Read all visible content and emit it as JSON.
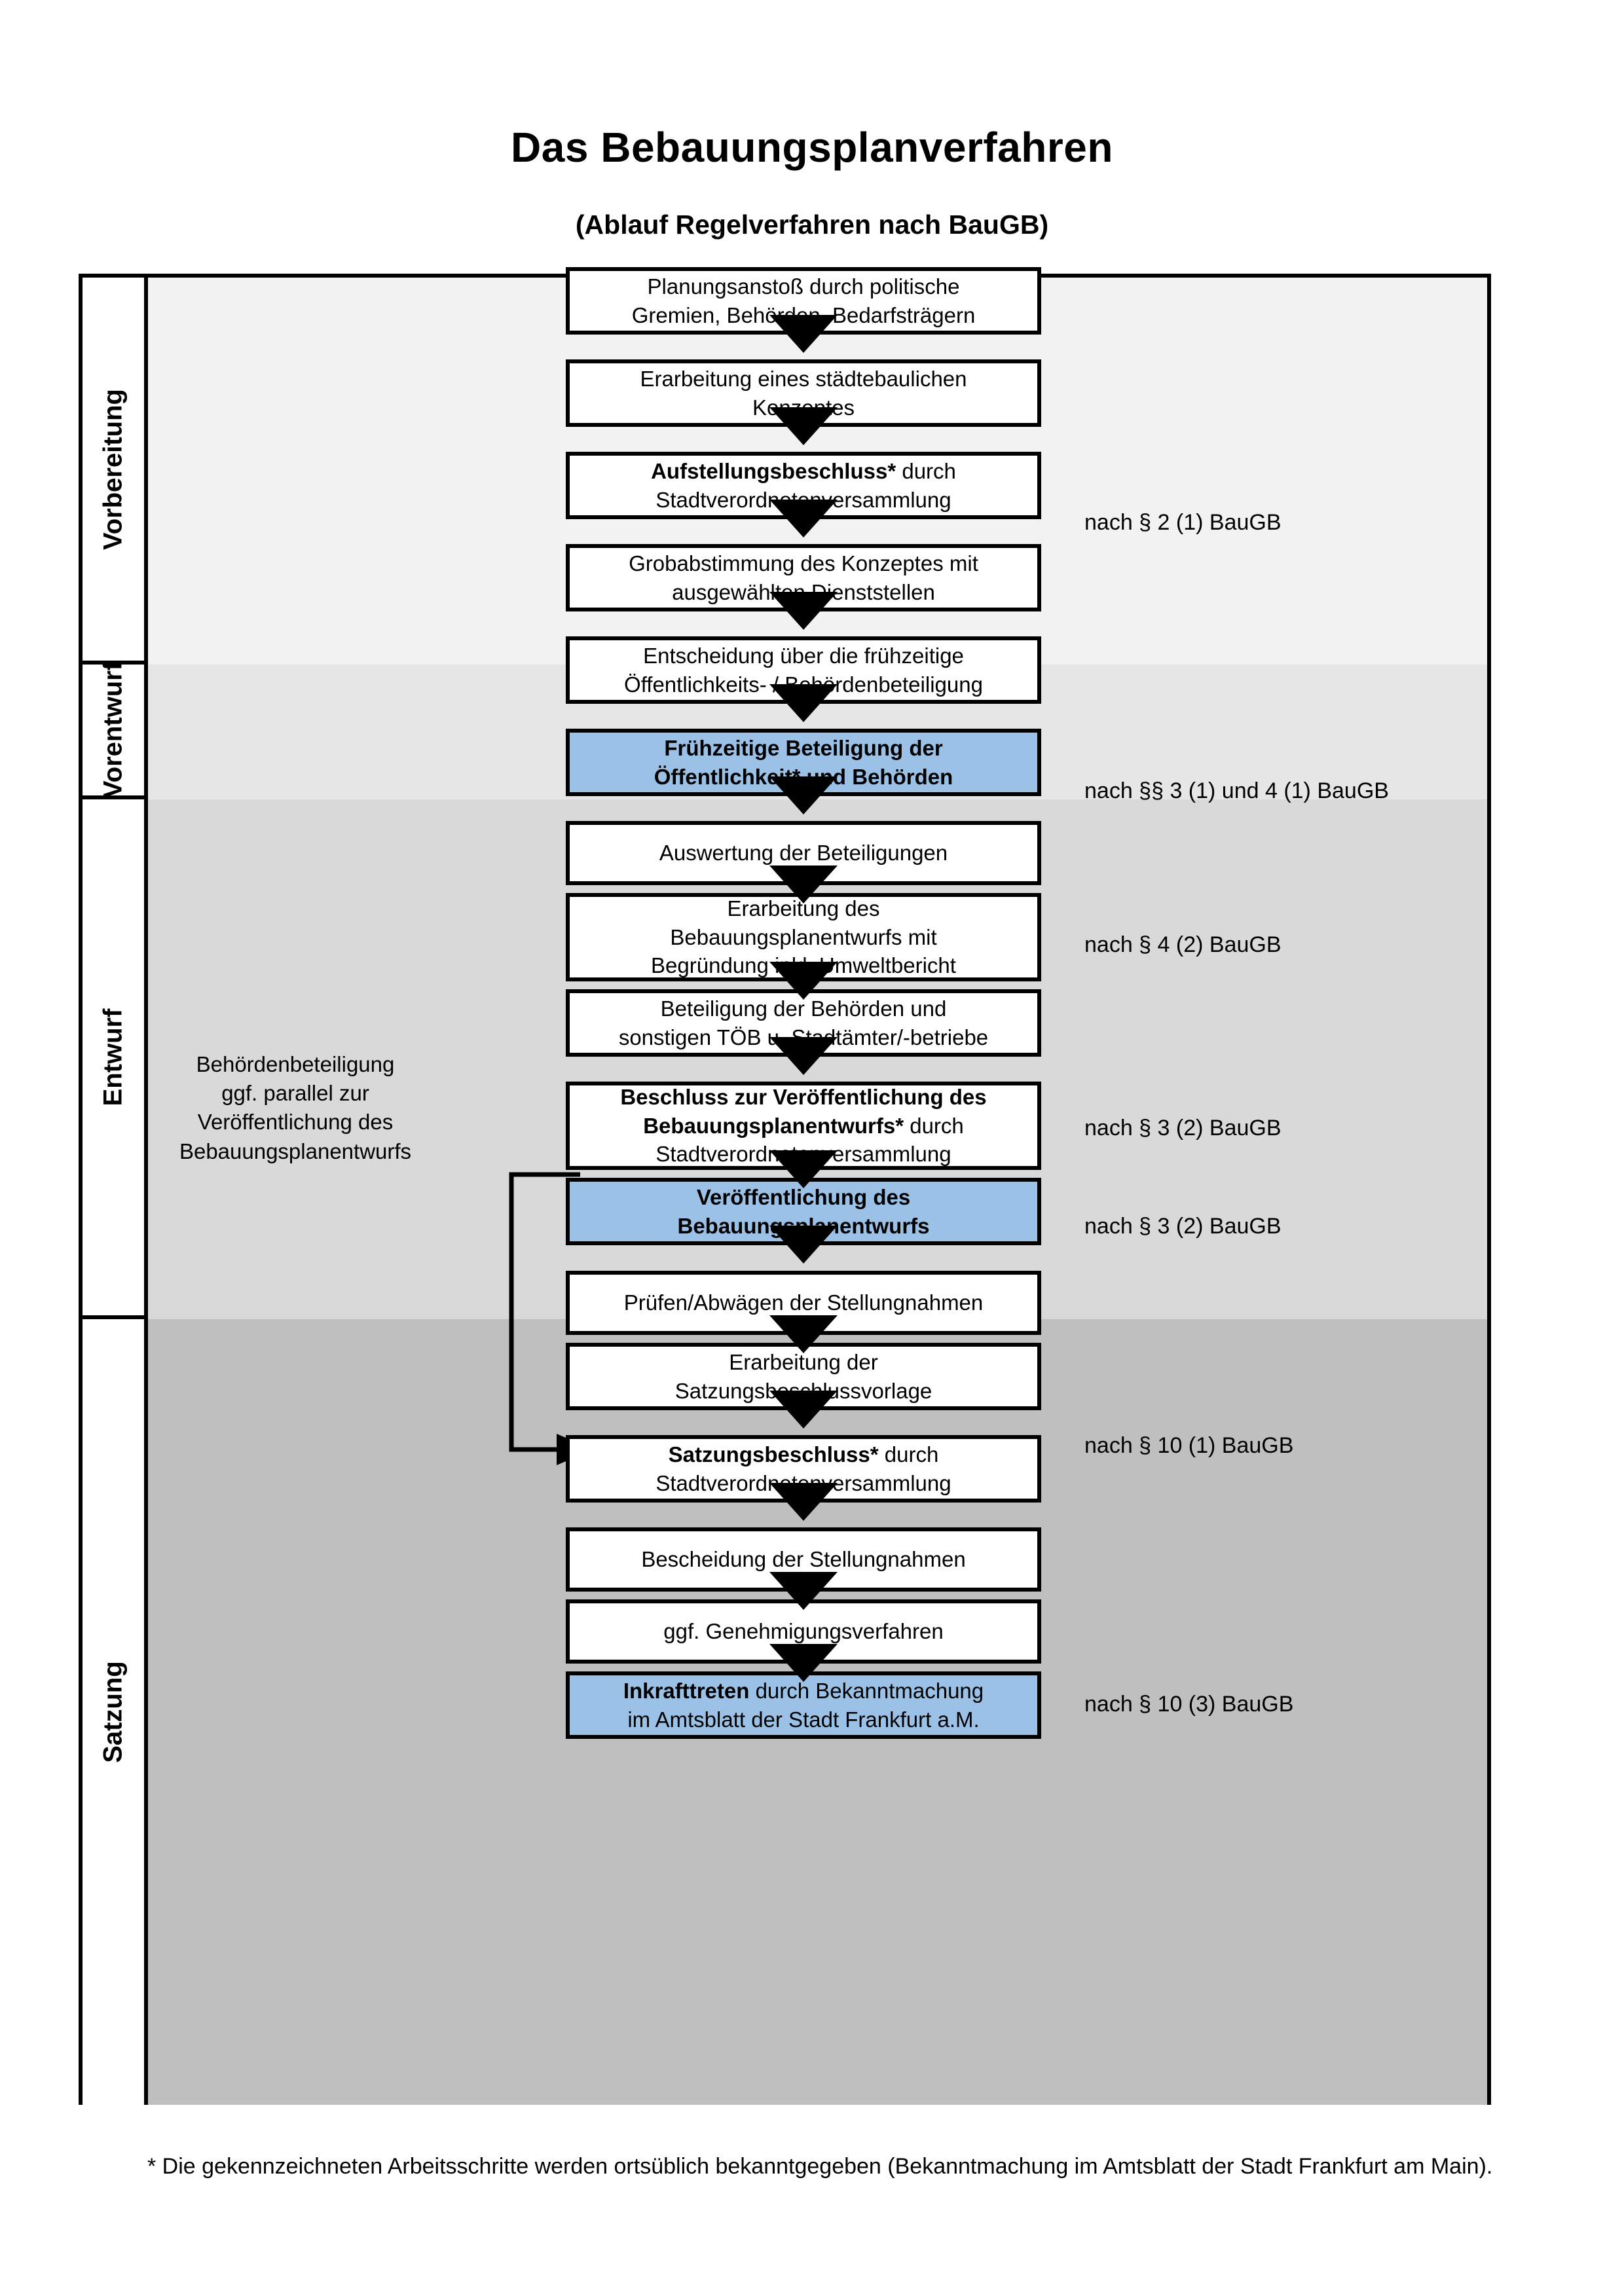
{
  "header": {
    "title": "Das Bebauungsplanverfahren",
    "subtitle": "(Ablauf Regelverfahren nach BauGB)"
  },
  "phases": [
    {
      "label": "Vorbereitung"
    },
    {
      "label": "Vorentwurf"
    },
    {
      "label": "Entwurf"
    },
    {
      "label": "Satzung"
    }
  ],
  "colors": {
    "highlight_blue": "#9bc2e6",
    "band_vorbereitung": "#f2f2f2",
    "band_vorentwurf": "#e6e6e6",
    "band_entwurf": "#d9d9d9",
    "band_satzung": "#bfbfbf",
    "box_fill": "#ffffff",
    "stroke": "#000000"
  },
  "steps": [
    {
      "id": "planungsanstoss",
      "phase": "Vorbereitung",
      "highlight": false,
      "lines": [
        {
          "text": "Planungsanstoß durch politische",
          "bold": false
        },
        {
          "text": "Gremien, Behörden, Bedarfsträgern",
          "bold": false
        }
      ]
    },
    {
      "id": "staedtebauliches-konzept",
      "phase": "Vorbereitung",
      "highlight": false,
      "lines": [
        {
          "text": "Erarbeitung eines städtebaulichen",
          "bold": false
        },
        {
          "text": "Konzeptes",
          "bold": false
        }
      ]
    },
    {
      "id": "aufstellungsbeschluss",
      "phase": "Vorbereitung",
      "highlight": false,
      "lines": [
        {
          "text": "Aufstellungsbeschluss*",
          "bold": true,
          "suffix": " durch"
        },
        {
          "text": "Stadtverordnetenversammlung",
          "bold": false
        }
      ]
    },
    {
      "id": "grobabstimmung",
      "phase": "Vorentwurf",
      "highlight": false,
      "lines": [
        {
          "text": "Grobabstimmung des Konzeptes mit",
          "bold": false
        },
        {
          "text": "ausgewählten Dienststellen",
          "bold": false
        }
      ]
    },
    {
      "id": "entscheidung-fruehzeitige-beteiligung",
      "phase": "Vorentwurf",
      "highlight": false,
      "lines": [
        {
          "text": "Entscheidung über die frühzeitige",
          "bold": false
        },
        {
          "text": "Öffentlichkeits- / Behördenbeteiligung",
          "bold": false
        }
      ]
    },
    {
      "id": "fruehzeitige-beteiligung",
      "phase": "Vorentwurf",
      "highlight": true,
      "lines": [
        {
          "text": "Frühzeitige Beteiligung der",
          "bold": true
        },
        {
          "text": "Öffentlichkeit* und Behörden",
          "bold": true
        }
      ]
    },
    {
      "id": "auswertung-beteiligungen",
      "phase": "Entwurf",
      "highlight": false,
      "lines": [
        {
          "text": "Auswertung der Beteiligungen",
          "bold": false
        }
      ]
    },
    {
      "id": "erarbeitung-bplanentwurf",
      "phase": "Entwurf",
      "highlight": false,
      "lines": [
        {
          "text": "Erarbeitung des",
          "bold": false
        },
        {
          "text": "Bebauungsplanentwurfs mit",
          "bold": false
        },
        {
          "text": "Begründung inkl. Umweltbericht",
          "bold": false
        }
      ]
    },
    {
      "id": "beteiligung-behoerden-toeb",
      "phase": "Entwurf",
      "highlight": false,
      "lines": [
        {
          "text": "Beteiligung der Behörden und",
          "bold": false
        },
        {
          "text": "sonstigen TÖB u. Stadtämter/-betriebe",
          "bold": false
        }
      ]
    },
    {
      "id": "beschluss-veroeffentlichung",
      "phase": "Entwurf",
      "highlight": false,
      "lines": [
        {
          "text": "Beschluss zur Veröffentlichung des",
          "bold": true
        },
        {
          "text": "Bebauungsplanentwurfs*",
          "bold": true,
          "suffix": " durch"
        },
        {
          "text": "Stadtverordnetenversammlung",
          "bold": false
        }
      ]
    },
    {
      "id": "veroeffentlichung-bplanentwurf",
      "phase": "Entwurf",
      "highlight": true,
      "lines": [
        {
          "text": "Veröffentlichung des",
          "bold": true
        },
        {
          "text": "Bebauungsplanentwurfs",
          "bold": true
        }
      ]
    },
    {
      "id": "pruefen-abwaegen",
      "phase": "Satzung",
      "highlight": false,
      "lines": [
        {
          "text": "Prüfen/Abwägen der Stellungnahmen",
          "bold": false
        }
      ]
    },
    {
      "id": "satzungsbeschlussvorlage",
      "phase": "Satzung",
      "highlight": false,
      "lines": [
        {
          "text": "Erarbeitung der",
          "bold": false
        },
        {
          "text": "Satzungsbeschlussvorlage",
          "bold": false
        }
      ]
    },
    {
      "id": "satzungsbeschluss",
      "phase": "Satzung",
      "highlight": false,
      "lines": [
        {
          "text": "Satzungsbeschluss*",
          "bold": true,
          "suffix": " durch"
        },
        {
          "text": "Stadtverordnetenversammlung",
          "bold": false
        }
      ]
    },
    {
      "id": "bescheidung-stellungnahmen",
      "phase": "Satzung",
      "highlight": false,
      "lines": [
        {
          "text": "Bescheidung der Stellungnahmen",
          "bold": false
        }
      ]
    },
    {
      "id": "genehmigungsverfahren",
      "phase": "Satzung",
      "highlight": false,
      "lines": [
        {
          "text": "ggf. Genehmigungsverfahren",
          "bold": false
        }
      ]
    },
    {
      "id": "inkrafttreten",
      "phase": "Satzung",
      "highlight": true,
      "lines": [
        {
          "text": "Inkrafttreten",
          "bold": true,
          "suffix": " durch Bekanntmachung"
        },
        {
          "text": "im Amtsblatt der Stadt Frankfurt a.M.",
          "bold": false
        }
      ]
    }
  ],
  "legal_refs": [
    {
      "id": "ref-par2-1",
      "text": "nach § 2 (1) BauGB"
    },
    {
      "id": "ref-par3-4-1",
      "text": "nach §§ 3 (1) und 4 (1) BauGB"
    },
    {
      "id": "ref-par4-2",
      "text": "nach § 4 (2) BauGB"
    },
    {
      "id": "ref-par3-2-a",
      "text": "nach § 3 (2) BauGB"
    },
    {
      "id": "ref-par3-2-b",
      "text": "nach § 3 (2) BauGB"
    },
    {
      "id": "ref-par10-1",
      "text": "nach § 10 (1) BauGB"
    },
    {
      "id": "ref-par10-3",
      "text": "nach § 10 (3) BauGB"
    }
  ],
  "side_note": {
    "lines": [
      "Behördenbeteiligung",
      "ggf. parallel zur",
      "Veröffentlichung des",
      "Bebauungsplanentwurfs"
    ]
  },
  "footnote": {
    "text": "* Die gekennzeichneten Arbeitsschritte werden ortsüblich bekanntgegeben (Bekanntmachung im Amtsblatt  der Stadt Frankfurt am Main)."
  }
}
